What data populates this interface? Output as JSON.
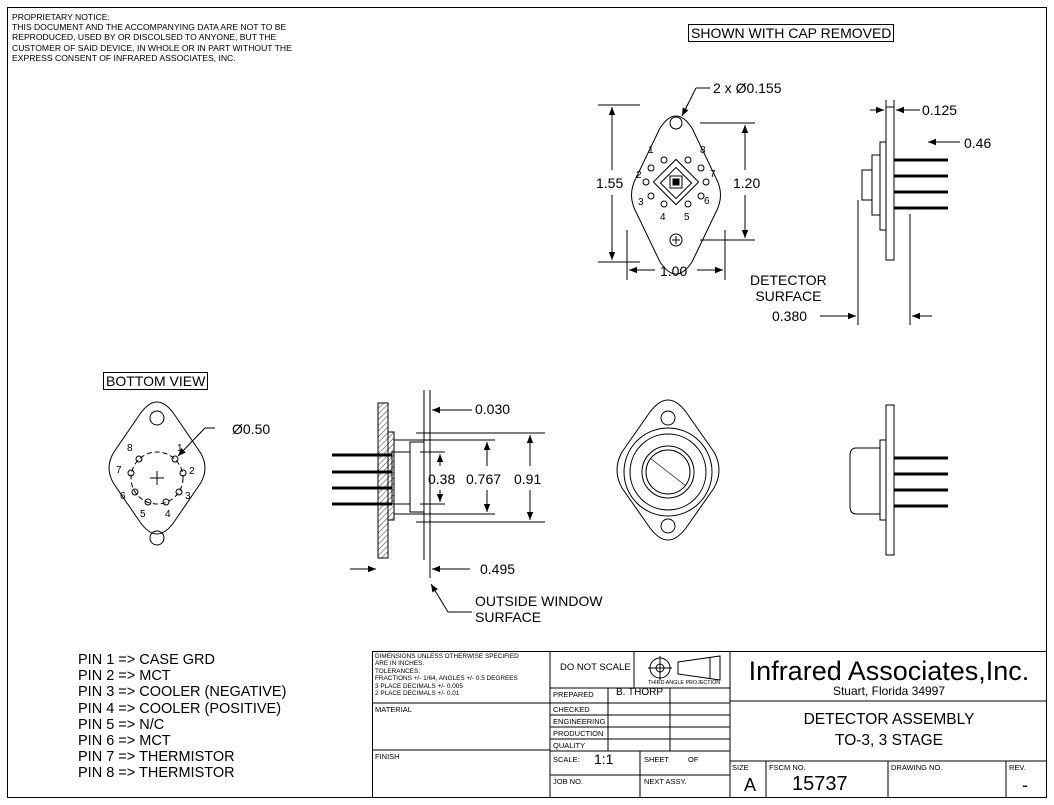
{
  "notice": "PROPRIETARY NOTICE:\nTHIS DOCUMENT AND THE ACCOMPANYING DATA ARE NOT TO BE\nREPRODUCED, USED BY OR DISCOLSED TO ANYONE, BUT THE\nCUSTOMER OF SAID DEVICE, IN WHOLE OR IN PART WITHOUT THE\nEXPRESS CONSENT OF INFRARED ASSOCIATES, INC.",
  "labels": {
    "cap_removed": "SHOWN WITH CAP REMOVED",
    "bottom_view": "BOTTOM VIEW",
    "holes": "2 x Ø0.155",
    "height_155": "1.55",
    "height_120": "1.20",
    "width_100": "1.00",
    "dim_0125": "0.125",
    "dim_046": "0.46",
    "detector_surface": "DETECTOR\nSURFACE",
    "dim_0380": "0.380",
    "pin_circle": "Ø0.50",
    "dim_0030": "0.030",
    "dim_038": "0.38",
    "dim_0767": "0.767",
    "dim_091": "0.91",
    "dim_0495": "0.495",
    "outside_window": "OUTSIDE WINDOW\nSURFACE"
  },
  "pin_numbers": [
    "1",
    "2",
    "3",
    "4",
    "5",
    "6",
    "7",
    "8"
  ],
  "pins": [
    "PIN 1 => CASE GRD",
    "PIN 2 => MCT",
    "PIN 3 => COOLER (NEGATIVE)",
    "PIN 4 => COOLER (POSITIVE)",
    "PIN 5 => N/C",
    "PIN 6 => MCT",
    "PIN 7 => THERMISTOR",
    "PIN 8 => THERMISTOR"
  ],
  "title_block": {
    "tolerances": "DIMENSIONS UNLESS OTHERWISE SPECIFIED\nARE IN INCHES.\nTOLERANCES:\nFRACTIONS +/- 1/64, ANGLES +/- 0.5 DEGREES\n3 PLACE DECIMALS +/- 0.005\n2 PLACE DECIMALS +/- 0.01",
    "do_not_scale": "DO NOT SCALE",
    "projection": "THIRD ANGLE PROJECTION",
    "company": "Infrared Associates,Inc.",
    "address": "Stuart, Florida 34997",
    "prepared_label": "PREPARED",
    "prepared_by": "B. THORP",
    "checked": "CHECKED",
    "engineering": "ENGINEERING",
    "production": "PRODUCTION",
    "quality": "QUALITY",
    "material": "MATERIAL",
    "finish": "FINISH",
    "title_line1": "DETECTOR ASSEMBLY",
    "title_line2": "TO-3,  3 STAGE",
    "scale_label": "SCALE:",
    "scale_value": "1:1",
    "sheet_label": "SHEET",
    "of_label": "OF",
    "job_label": "JOB NO.",
    "next_assy": "NEXT ASSY.",
    "size_label": "SIZE",
    "size_value": "A",
    "fscm_label": "FSCM NO.",
    "fscm_value": "15737",
    "drawing_label": "DRAWING NO.",
    "rev_label": "REV.",
    "rev_value": "-"
  }
}
